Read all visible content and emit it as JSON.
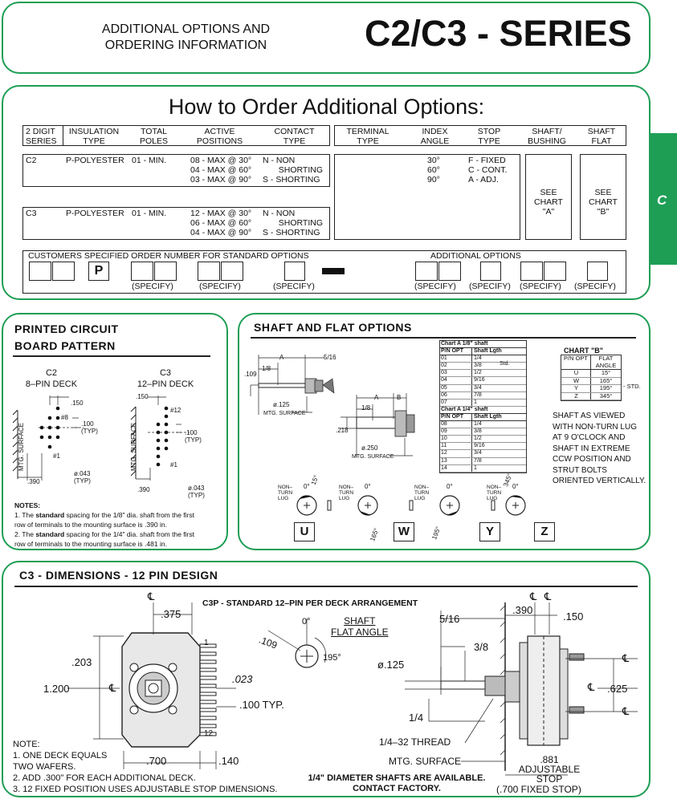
{
  "header": {
    "left_line1": "ADDITIONAL OPTIONS AND",
    "left_line2": "ORDERING INFORMATION",
    "series_title": "C2/C3 - SERIES"
  },
  "side_tab": {
    "letter": "C",
    "color": "#1e9e55"
  },
  "order": {
    "title": "How to Order Additional Options:",
    "col_headers": [
      {
        "l1": "2 DIGIT",
        "l2": "SERIES"
      },
      {
        "l1": "INSULATION",
        "l2": "TYPE"
      },
      {
        "l1": "TOTAL",
        "l2": "POLES"
      },
      {
        "l1": "ACTIVE",
        "l2": "POSITIONS"
      },
      {
        "l1": "CONTACT",
        "l2": "TYPE"
      },
      {
        "l1": "TERMINAL",
        "l2": "TYPE"
      },
      {
        "l1": "INDEX",
        "l2": "ANGLE"
      },
      {
        "l1": "STOP",
        "l2": "TYPE"
      },
      {
        "l1": "SHAFT/",
        "l2": "BUSHING"
      },
      {
        "l1": "SHAFT",
        "l2": "FLAT"
      }
    ],
    "c2": {
      "series": "C2",
      "insulation": "P-POLYESTER",
      "poles": "01 - MIN.",
      "positions": [
        "08 - MAX @ 30°",
        "04 - MAX @ 60°",
        "03 - MAX @ 90°"
      ],
      "contact": [
        "N - NON",
        "SHORTING",
        "S - SHORTING"
      ]
    },
    "c3": {
      "series": "C3",
      "insulation": "P-POLYESTER",
      "poles": "01 - MIN.",
      "positions": [
        "12 - MAX @ 30°",
        "06 - MAX @ 60°",
        "04 - MAX @ 90°"
      ],
      "contact": [
        "N - NON",
        "SHORTING",
        "S - SHORTING"
      ]
    },
    "index_angles": [
      "30°",
      "60°",
      "90°"
    ],
    "stop_types": [
      "F - FIXED",
      "C - CONT.",
      "A - ADJ."
    ],
    "see_chart_a": {
      "l1": "SEE",
      "l2": "CHART",
      "l3": "\"A\""
    },
    "see_chart_b": {
      "l1": "SEE",
      "l2": "CHART",
      "l3": "\"B\""
    },
    "customer_label": "CUSTOMERS  SPECIFIED  ORDER  NUMBER  FOR  STANDARD  OPTIONS",
    "additional_label": "ADDITIONAL  OPTIONS",
    "p_box": "P",
    "specify": "(SPECIFY)"
  },
  "pcb": {
    "title_l1": "PRINTED CIRCUIT",
    "title_l2": "BOARD PATTERN",
    "c2_label": "C2",
    "c2_sub": "8–PIN DECK",
    "c3_label": "C3",
    "c3_sub": "12–PIN DECK",
    "dim_150": ".150",
    "dim_100": ".100",
    "typ": "(TYP)",
    "dim_043": "ø.043",
    "dim_390": ".390",
    "pin8": "#8",
    "pin12": "#12",
    "pin1": "#1",
    "mtg_surface": "MTG. SURFACE",
    "notes_title": "NOTES:",
    "note1a": "1.  The ",
    "note1b": "standard",
    "note1c": " spacing for the 1/8\" dia. shaft from the first",
    "note1d": "row of terminals to the mounting  surface is .390 in.",
    "note2a": "2.  The ",
    "note2b": "standard",
    "note2c": " spacing for the 1/4\" dia. shaft from the first",
    "note2d": "row of terminals to the mounting  surface is .481 in."
  },
  "shaft": {
    "title": "SHAFT AND FLAT OPTIONS",
    "chart_a18_title": "Chart A 1/8\" shaft",
    "chart_a14_title": "Chart A 1/4\" shaft",
    "col_pn": "P/N OPT",
    "col_len": "Shaft Lgth",
    "std": "Std.",
    "a18_rows": [
      [
        "01",
        "1/4"
      ],
      [
        "02",
        "3/8"
      ],
      [
        "03",
        "1/2"
      ],
      [
        "04",
        "9/16"
      ],
      [
        "05",
        "3/4"
      ],
      [
        "06",
        "7/8"
      ],
      [
        "07",
        "1"
      ]
    ],
    "a14_rows": [
      [
        "08",
        "1/4"
      ],
      [
        "09",
        "3/8"
      ],
      [
        "10",
        "1/2"
      ],
      [
        "11",
        "9/16"
      ],
      [
        "12",
        "3/4"
      ],
      [
        "13",
        "7/8"
      ],
      [
        "14",
        "1"
      ]
    ],
    "chart_b_title": "CHART \"B\"",
    "chart_b_h1": "P/N OPT",
    "chart_b_h2": "FLAT ANGLE",
    "chart_b_rows": [
      [
        "U",
        "15°"
      ],
      [
        "W",
        "165°"
      ],
      [
        "Y",
        "195°"
      ],
      [
        "Z",
        "345°"
      ]
    ],
    "chart_b_std": "- STD.",
    "desc": [
      "SHAFT AS VIEWED",
      "WITH NON-TURN LUG",
      "AT 9 O'CLOCK AND",
      "SHAFT IN EXTREME",
      "CCW POSITION AND",
      "STRUT BOLTS",
      "ORIENTED VERTICALLY."
    ],
    "dim_a": "A",
    "dim_b": "B",
    "dim_516": "5/16",
    "dim_18": "1/8",
    "dim_109": ".109",
    "dim_125": "ø.125",
    "dim_218": ".218",
    "dim_250": "ø.250",
    "mtg": "MTG. SURFACE",
    "lug": [
      "NON–",
      "TURN",
      "LUG"
    ],
    "flat_letters": [
      "U",
      "W",
      "Y",
      "Z"
    ],
    "flat_angles": [
      "15°",
      "165°",
      "195°",
      "345°"
    ],
    "zero": "0°"
  },
  "c3dim": {
    "title": "C3 - DIMENSIONS - 12 PIN DESIGN",
    "subtitle": "C3P - STANDARD 12–PIN PER DECK ARRANGEMENT",
    "cl": "℄",
    "d375": ".375",
    "d203": ".203",
    "d1200": "1.200",
    "d023": ".023",
    "d100typ": ".100  TYP.",
    "d700": ".700",
    "d140": ".140",
    "p1": "1",
    "p12": "12",
    "zero": "0°",
    "shaft_flat_l1": "SHAFT",
    "shaft_flat_l2": "FLAT ANGLE",
    "d109": ".109",
    "d195": "195°",
    "d516": "5/16",
    "d390": ".390",
    "d150": ".150",
    "d38": "3/8",
    "d125": "ø.125",
    "d14": "1/4",
    "thread": "1/4–32  THREAD",
    "mtg": "MTG.  SURFACE",
    "d881": ".881",
    "adj_l1": "ADJUSTABLE",
    "adj_l2": "STOP",
    "fixed": "(.700  FIXED  STOP)",
    "d625": ".625",
    "notes_title": "NOTE:",
    "notes": [
      "1.   ONE DECK EQUALS",
      "       TWO WAFERS.",
      "2.   ADD .300\" FOR EACH ADDITIONAL DECK.",
      "3.   12 FIXED POSITION USES ADJUSTABLE STOP DIMENSIONS."
    ],
    "avail_l1": "1/4\" DIAMETER SHAFTS ARE AVAILABLE.",
    "avail_l2": "CONTACT FACTORY."
  }
}
